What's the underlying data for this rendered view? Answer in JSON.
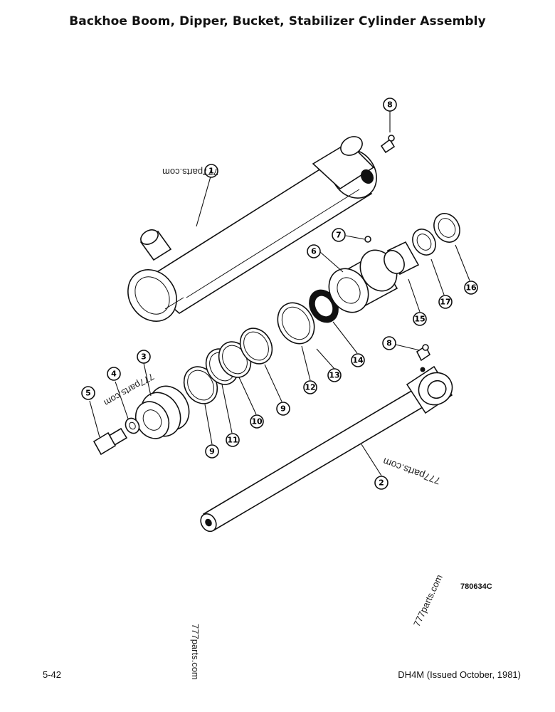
{
  "title": "Backhoe Boom, Dipper, Bucket, Stabilizer Cylinder Assembly",
  "footer": {
    "page": "5-42",
    "issue": "DH4M (Issued October, 1981)"
  },
  "drawing_number": "780634C",
  "watermarks": [
    "777parts.com",
    "777parts.com",
    "777parts.com",
    "777parts.com",
    "777parts.com"
  ],
  "callouts": [
    {
      "id": "c1",
      "label": "1"
    },
    {
      "id": "c2",
      "label": "2"
    },
    {
      "id": "c3",
      "label": "3"
    },
    {
      "id": "c4",
      "label": "4"
    },
    {
      "id": "c5",
      "label": "5"
    },
    {
      "id": "c6",
      "label": "6"
    },
    {
      "id": "c7",
      "label": "7"
    },
    {
      "id": "c8a",
      "label": "8"
    },
    {
      "id": "c8b",
      "label": "8"
    },
    {
      "id": "c9a",
      "label": "9"
    },
    {
      "id": "c9b",
      "label": "9"
    },
    {
      "id": "c10",
      "label": "10"
    },
    {
      "id": "c11",
      "label": "11"
    },
    {
      "id": "c12",
      "label": "12"
    },
    {
      "id": "c13",
      "label": "13"
    },
    {
      "id": "c14",
      "label": "14"
    },
    {
      "id": "c15",
      "label": "15"
    },
    {
      "id": "c16",
      "label": "16"
    },
    {
      "id": "c17",
      "label": "17"
    }
  ]
}
